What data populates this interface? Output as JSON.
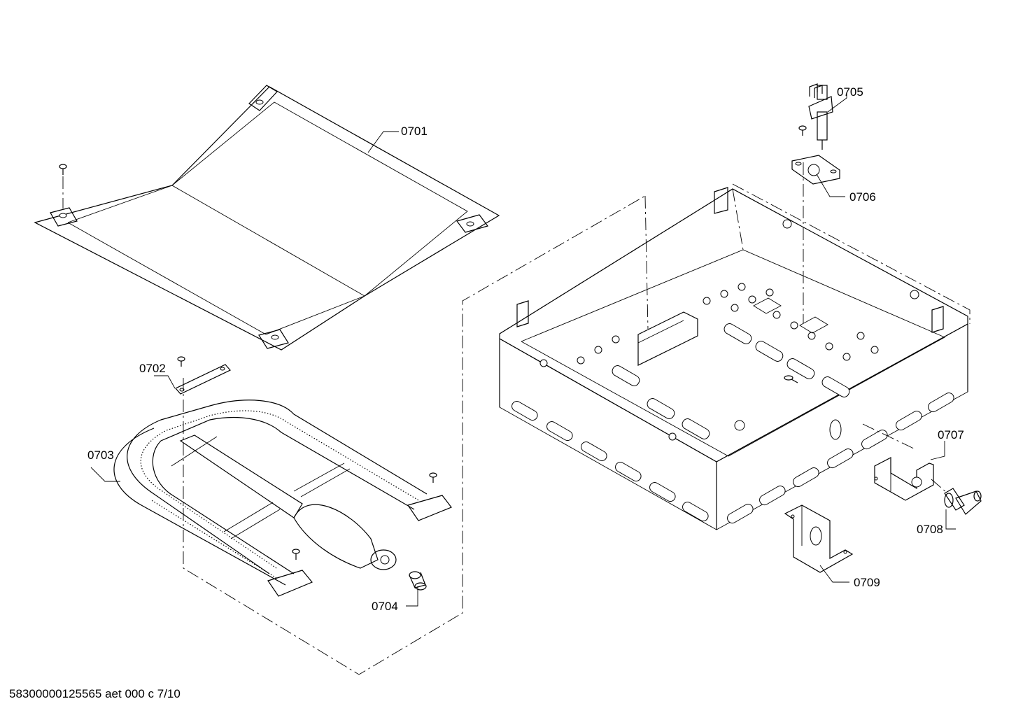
{
  "drawing": {
    "footer": "58300000125565 aet 000 c 7/10"
  },
  "parts": [
    {
      "id": "0701"
    },
    {
      "id": "0702"
    },
    {
      "id": "0703"
    },
    {
      "id": "0704"
    },
    {
      "id": "0705"
    },
    {
      "id": "0706"
    },
    {
      "id": "0707"
    },
    {
      "id": "0708"
    },
    {
      "id": "0709"
    }
  ]
}
